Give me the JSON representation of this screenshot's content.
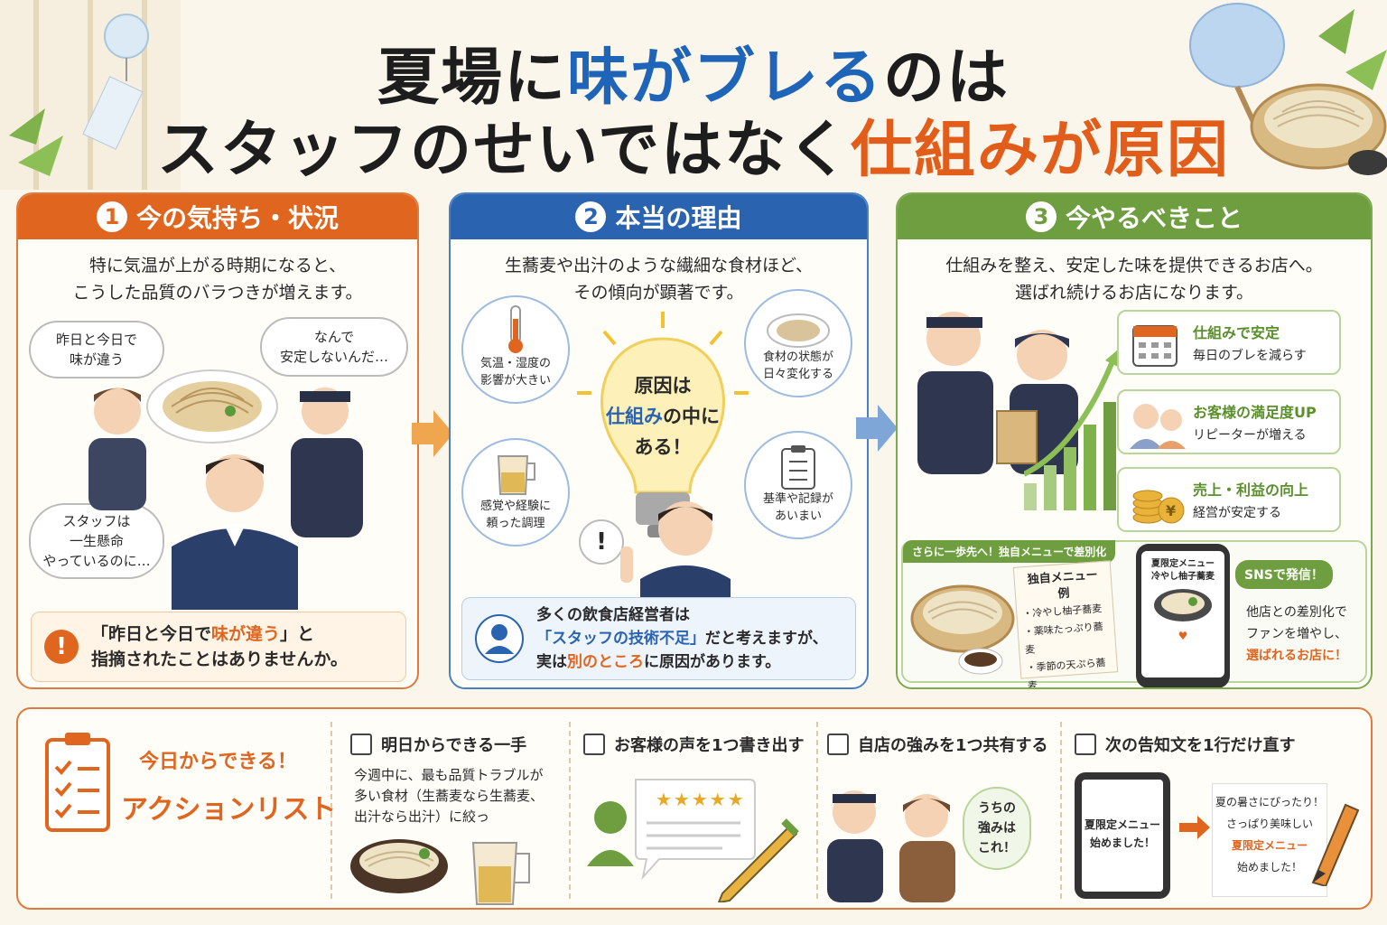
{
  "title": {
    "line1_a": "夏場に",
    "line1_b": "味がブレる",
    "line1_c": "のは",
    "line2_a": "スタッフのせいではなく",
    "line2_b": "仕組みが原因"
  },
  "colors": {
    "orange": "#e0661f",
    "blue": "#2a63b0",
    "green": "#6e9e3f",
    "background": "#fbf6ec"
  },
  "panel1": {
    "num": "1",
    "title": "今の気持ち・状況",
    "intro1": "特に気温が上がる時期になると、",
    "intro2": "こうした品質のバラつきが増えます。",
    "bubble_left1": "昨日と今日で",
    "bubble_left2": "味が違う",
    "bubble_right1": "なんで",
    "bubble_right2": "安定しないんだ…",
    "bubble_staff1": "スタッフは",
    "bubble_staff2": "一生懸命",
    "bubble_staff3": "やっているのに…",
    "warn_mark": "!",
    "warn_a": "「昨日と今日で",
    "warn_b": "味が違う",
    "warn_c": "」と",
    "warn_line2": "指摘されたことはありませんか。"
  },
  "panel2": {
    "num": "2",
    "title": "本当の理由",
    "intro1": "生蕎麦や出汁のような繊細な食材ほど、",
    "intro2": "その傾向が顕著です。",
    "c1_1": "気温・湿度の",
    "c1_2": "影響が大きい",
    "c2_1": "食材の状態が",
    "c2_2": "日々変化する",
    "c3_1": "感覚や経験に",
    "c3_2": "頼った調理",
    "c4_1": "基準や記録が",
    "c4_2": "あいまい",
    "bulb1": "原因は",
    "bulb2a": "仕組み",
    "bulb2b": "の中に",
    "bulb3": "ある！",
    "exclaim": "!",
    "info1": "多くの飲食店経営者は",
    "info2a": "「スタッフの技術不足」",
    "info2b": "だと考えますが、",
    "info3a": "実は",
    "info3b": "別のところ",
    "info3c": "に原因があります。"
  },
  "panel3": {
    "num": "3",
    "title": "今やるべきこと",
    "intro1": "仕組みを整え、安定した味を提供できるお店へ。",
    "intro2": "選ばれ続けるお店になります。",
    "cards": [
      {
        "title": "仕組みで安定",
        "sub": "毎日のブレを減らす"
      },
      {
        "title": "お客様の満足度UP",
        "sub": "リピーターが増える"
      },
      {
        "title": "売上・利益の向上",
        "sub": "経営が安定する"
      }
    ],
    "yen": "¥",
    "sub_tag": "さらに一歩先へ！独自メニューで差別化",
    "menu_title1": "独自メニュー",
    "menu_title2": "例",
    "menu_items": [
      "・冷やし柚子蕎麦",
      "・薬味たっぷり蕎麦",
      "・季節の天ぷら蕎麦"
    ],
    "phone1": "夏限定メニュー",
    "phone2": "冷やし柚子蕎麦",
    "sns": "SNSで発信！",
    "diff1": "他店との差別化で",
    "diff2": "ファンを増やし、",
    "diff3": "選ばれるお店に！"
  },
  "actions": {
    "title1": "今日からできる！",
    "title2": "アクションリスト",
    "items": [
      {
        "label": "明日からできる一手",
        "desc1": "今週中に、最も品質トラブルが",
        "desc2": "多い食材（生蕎麦なら生蕎麦、",
        "desc3": "出汁なら出汁）に絞っ"
      },
      {
        "label": "お客様の声を1つ書き出す",
        "stars": "★★★★★"
      },
      {
        "label": "自店の強みを1つ共有する",
        "bubble1": "うちの",
        "bubble2": "強みは",
        "bubble3": "これ！"
      },
      {
        "label": "次の告知文を1行だけ直す",
        "before1": "夏限定メニュー",
        "before2": "始めました！",
        "after1": "夏の暑さにぴったり！",
        "after2": "さっぱり美味しい",
        "after3": "夏限定メニュー",
        "after4": "始めました！"
      }
    ]
  }
}
